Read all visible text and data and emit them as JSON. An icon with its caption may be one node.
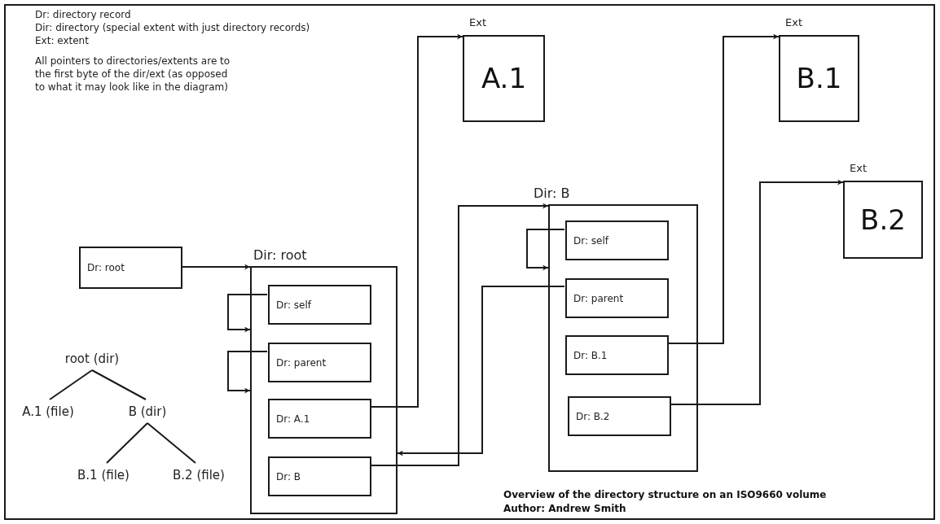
{
  "diagram": {
    "caption": "Overview of the directory structure on an ISO9660 volume",
    "nodes": [
      {
        "text": [
          "Dr: root"
        ]
      },
      {
        "text": [
          "Dir: root"
        ]
      },
      {
        "text": [
          "Dr: self"
        ],
        "in": 1
      },
      {
        "text": [
          "Dr: parent"
        ],
        "in": 1
      },
      {
        "text": [
          "Dr: A.1"
        ],
        "in": 1
      },
      {
        "text": [
          "Dr: B"
        ],
        "in": 1
      },
      {
        "text": [
          "Dir: B"
        ]
      },
      {
        "text": [
          "Dr: self"
        ],
        "in": 6
      },
      {
        "text": [
          "Dr: parent"
        ],
        "in": 6
      },
      {
        "text": [
          "Dr: B.1"
        ],
        "in": 6
      },
      {
        "text": [
          "Dr: B.2"
        ],
        "in": 6
      },
      {
        "text": [
          "Ext",
          "A.1"
        ]
      },
      {
        "text": [
          "Ext",
          "B.1"
        ]
      },
      {
        "text": [
          "Ext",
          "B.2"
        ]
      },
      {
        "text": [
          "root (dir)"
        ]
      },
      {
        "text": [
          "A.1 (file)"
        ]
      },
      {
        "text": [
          "B (dir)"
        ]
      },
      {
        "text": [
          "B.1 (file)"
        ]
      },
      {
        "text": [
          "B.2 (file)"
        ]
      }
    ],
    "edges": [
      {
        "from": 0,
        "to": 1,
        "arrow": "to"
      },
      {
        "from": 2,
        "to": 1,
        "arrow": "to"
      },
      {
        "from": 3,
        "to": 1,
        "arrow": "to"
      },
      {
        "from": 4,
        "to": 11,
        "arrow": "to"
      },
      {
        "from": 5,
        "to": 6,
        "arrow": "to"
      },
      {
        "from": 7,
        "to": 6,
        "arrow": "to"
      },
      {
        "from": 8,
        "to": 1,
        "arrow": "to"
      },
      {
        "from": 9,
        "to": 12,
        "arrow": "to"
      },
      {
        "from": 10,
        "to": 13,
        "arrow": "to"
      },
      {
        "from": 14,
        "to": 15,
        "arrow": "none"
      },
      {
        "from": 14,
        "to": 16,
        "arrow": "none"
      },
      {
        "from": 16,
        "to": 17,
        "arrow": "none"
      },
      {
        "from": 16,
        "to": 18,
        "arrow": "none"
      }
    ],
    "labels": [
      "Dr: directory record",
      "Dir: directory (special extent with just directory records)",
      "Ext: extent",
      "All pointers to directories/extents are to the first byte of the dir/ext (as opposed to what it may look like in the diagram)",
      "Author: Andrew Smith"
    ]
  }
}
